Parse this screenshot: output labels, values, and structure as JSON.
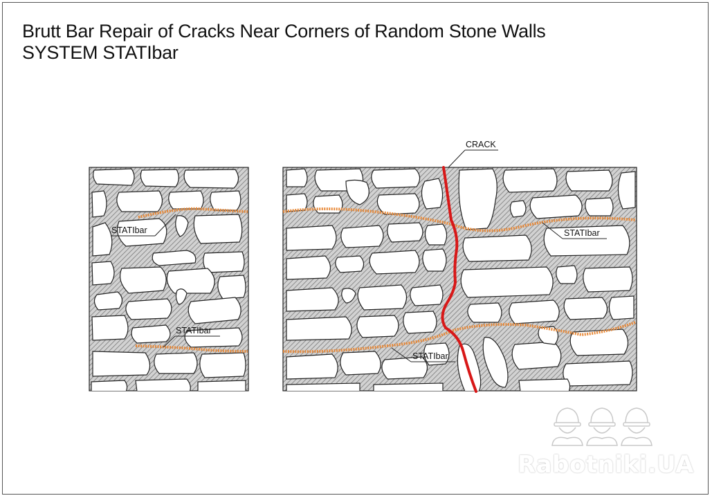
{
  "header": {
    "title_line1": "Brutt Bar Repair of Cracks Near Corners of Random Stone Walls",
    "title_line2": "SYSTEM STATIbar"
  },
  "labels": {
    "crack": "CRACK",
    "statibar": "STATIbar"
  },
  "watermark": {
    "text": "Rabotniki.UA",
    "icon": "three-workers-hardhat-icon"
  },
  "colors": {
    "crack": "#d81818",
    "bar": "#e88a3a",
    "hatch": "#8a8a8a",
    "line": "#222222"
  }
}
